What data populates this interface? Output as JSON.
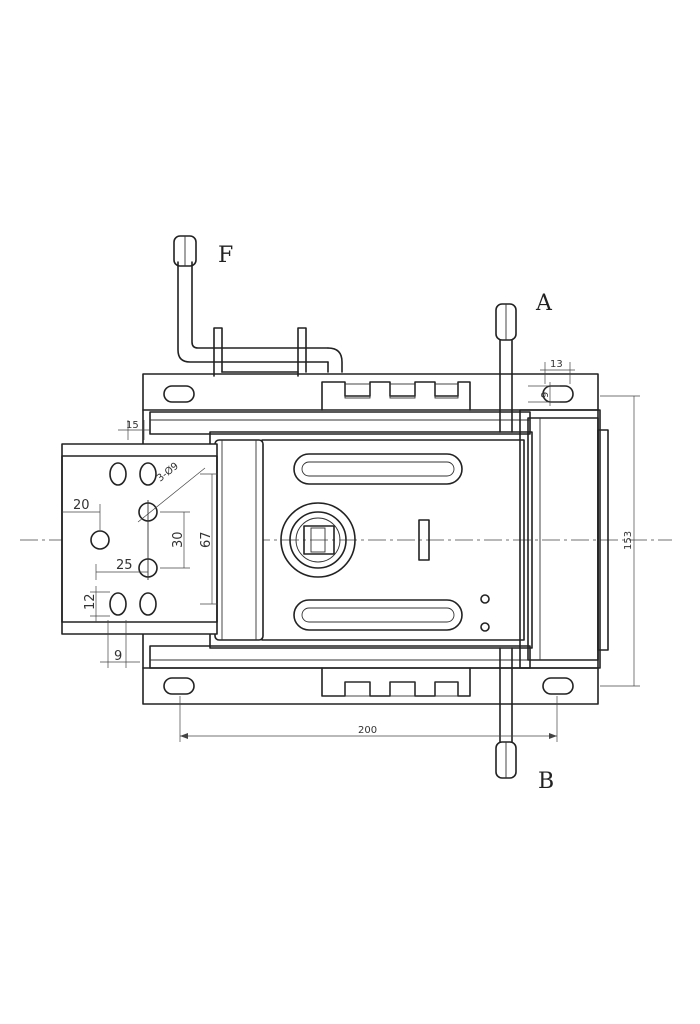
{
  "labels": {
    "f": "F",
    "a": "A",
    "b": "B"
  },
  "dimensions": {
    "d15": "15",
    "d3o9": "3-Ø9",
    "d20": "20",
    "d30": "30",
    "d67": "67",
    "d25": "25",
    "d12": "12",
    "d9left": "9",
    "d13": "13",
    "d9right": "9",
    "d153": "153",
    "d200": "200"
  }
}
